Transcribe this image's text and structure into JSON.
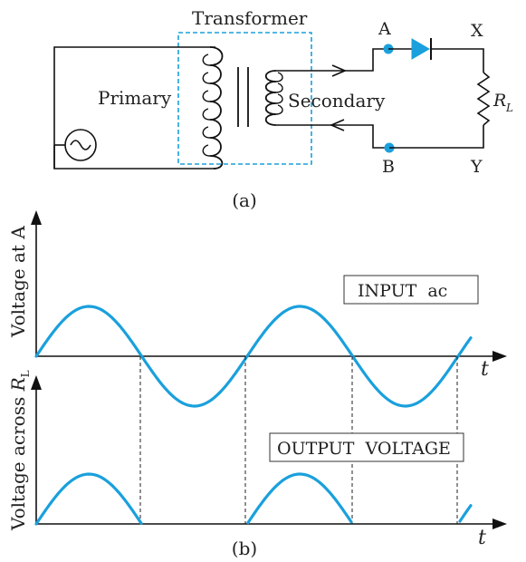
{
  "circuit": {
    "transformer_label": "Transformer",
    "primary_label": "Primary",
    "secondary_label": "Secondary",
    "node_a": "A",
    "node_b": "B",
    "node_x": "X",
    "node_y": "Y",
    "resistor_symbol": "R",
    "resistor_subscript": "L",
    "caption": "(a)"
  },
  "graphs": {
    "input_ylabel": "Voltage at A",
    "input_box_label": "INPUT  ac",
    "input_tlabel": "t",
    "output_ylabel_prefix": "Voltage across ",
    "output_ylabel_symbol": "R",
    "output_ylabel_subscript": "L",
    "output_box_label": "OUTPUT  VOLTAGE",
    "output_tlabel": "t",
    "caption": "(b)"
  },
  "colors": {
    "wave": "#1aa0dc",
    "transformer_box": "#1aa0dc",
    "node": "#1aa0dc",
    "diode": "#1aa0dc"
  },
  "icons": {
    "ac_source": "ac-source-icon",
    "diode": "diode-icon",
    "resistor": "resistor-icon"
  }
}
